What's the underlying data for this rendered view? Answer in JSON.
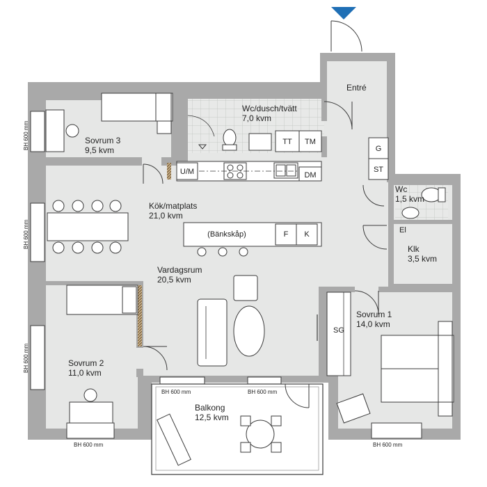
{
  "rooms": {
    "entre": {
      "name": "Entré",
      "area": ""
    },
    "wc_dusch": {
      "name": "Wc/dusch/tvätt",
      "area": "7,0 kvm"
    },
    "sovrum3": {
      "name": "Sovrum 3",
      "area": "9,5 kvm"
    },
    "kok": {
      "name": "Kök/matplats",
      "area": "21,0 kvm"
    },
    "vardagsrum": {
      "name": "Vardagsrum",
      "area": "20,5 kvm"
    },
    "wc": {
      "name": "Wc",
      "area": "1,5 kvm"
    },
    "klk": {
      "name": "Klk",
      "area": "3,5 kvm"
    },
    "sovrum1": {
      "name": "Sovrum 1",
      "area": "14,0 kvm"
    },
    "sovrum2": {
      "name": "Sovrum 2",
      "area": "11,0 kvm"
    },
    "balkong": {
      "name": "Balkong",
      "area": "12,5 kvm"
    }
  },
  "fixtures": {
    "g": "G",
    "st": "ST",
    "tt": "TT",
    "tm": "TM",
    "um": "U/M",
    "dm": "DM",
    "bankskap": "(Bänkskåp)",
    "f": "F",
    "k": "K",
    "el": "El",
    "sg": "SG"
  },
  "windows": {
    "label": "BH 600 mm"
  },
  "colors": {
    "wall": "#a9a9a9",
    "floor": "#e6e7e6",
    "tile": "#cfd1cf",
    "line": "#3a3a3a",
    "entrance": "#1f6fb5",
    "hatch": "#8a6a3a"
  }
}
